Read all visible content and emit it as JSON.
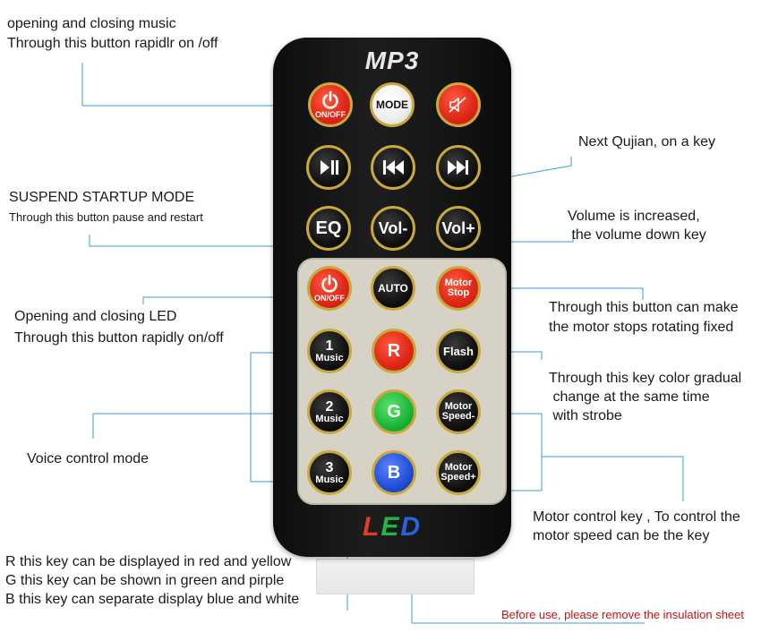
{
  "remote": {
    "brand": "MP3",
    "led": [
      "L",
      "E",
      "D"
    ],
    "mp3_buttons": {
      "power": "ON/OFF",
      "mode": "MODE",
      "eq": "EQ",
      "vol_minus": "Vol-",
      "vol_plus": "Vol+"
    },
    "led_buttons": {
      "power": "ON/OFF",
      "auto": "AUTO",
      "motor_stop": [
        "Motor",
        "Stop"
      ],
      "music1": [
        "1",
        "Music"
      ],
      "r": "R",
      "flash": "Flash",
      "music2": [
        "2",
        "Music"
      ],
      "g": "G",
      "motor_speed_minus": [
        "Motor",
        "Speed-"
      ],
      "music3": [
        "3",
        "Music"
      ],
      "b": "B",
      "motor_speed_plus": [
        "Motor",
        "Speed+"
      ]
    }
  },
  "annotations": {
    "music_onoff": [
      "opening and closing music",
      "Through this button rapidlr on /off"
    ],
    "suspend": [
      "SUSPEND STARTUP MODE",
      "Through this button pause and restart"
    ],
    "next": "Next Qujian, on a key",
    "volume": [
      "Volume is increased,",
      " the volume down key"
    ],
    "led_onoff": [
      "Opening and closing LED",
      "Through this button rapidly on/off"
    ],
    "motor_stop": [
      "Through this button can make",
      "the motor stops rotating fixed"
    ],
    "flash": [
      "Through this key color gradual",
      " change at the same time",
      " with strobe"
    ],
    "voice": "Voice control mode",
    "motor_speed": [
      "Motor control key , To control the",
      "motor speed can be the key"
    ],
    "rgb": [
      "R this key can be displayed in red and yellow",
      "G this key can be shown in green and pirple",
      "B this key can separate display blue and white"
    ],
    "insulation": "Before use, please remove the insulation sheet"
  },
  "colors": {
    "leader_line": "#3d9bd6",
    "button_ring": "#c9a93b",
    "warning_text": "#c0141a"
  }
}
